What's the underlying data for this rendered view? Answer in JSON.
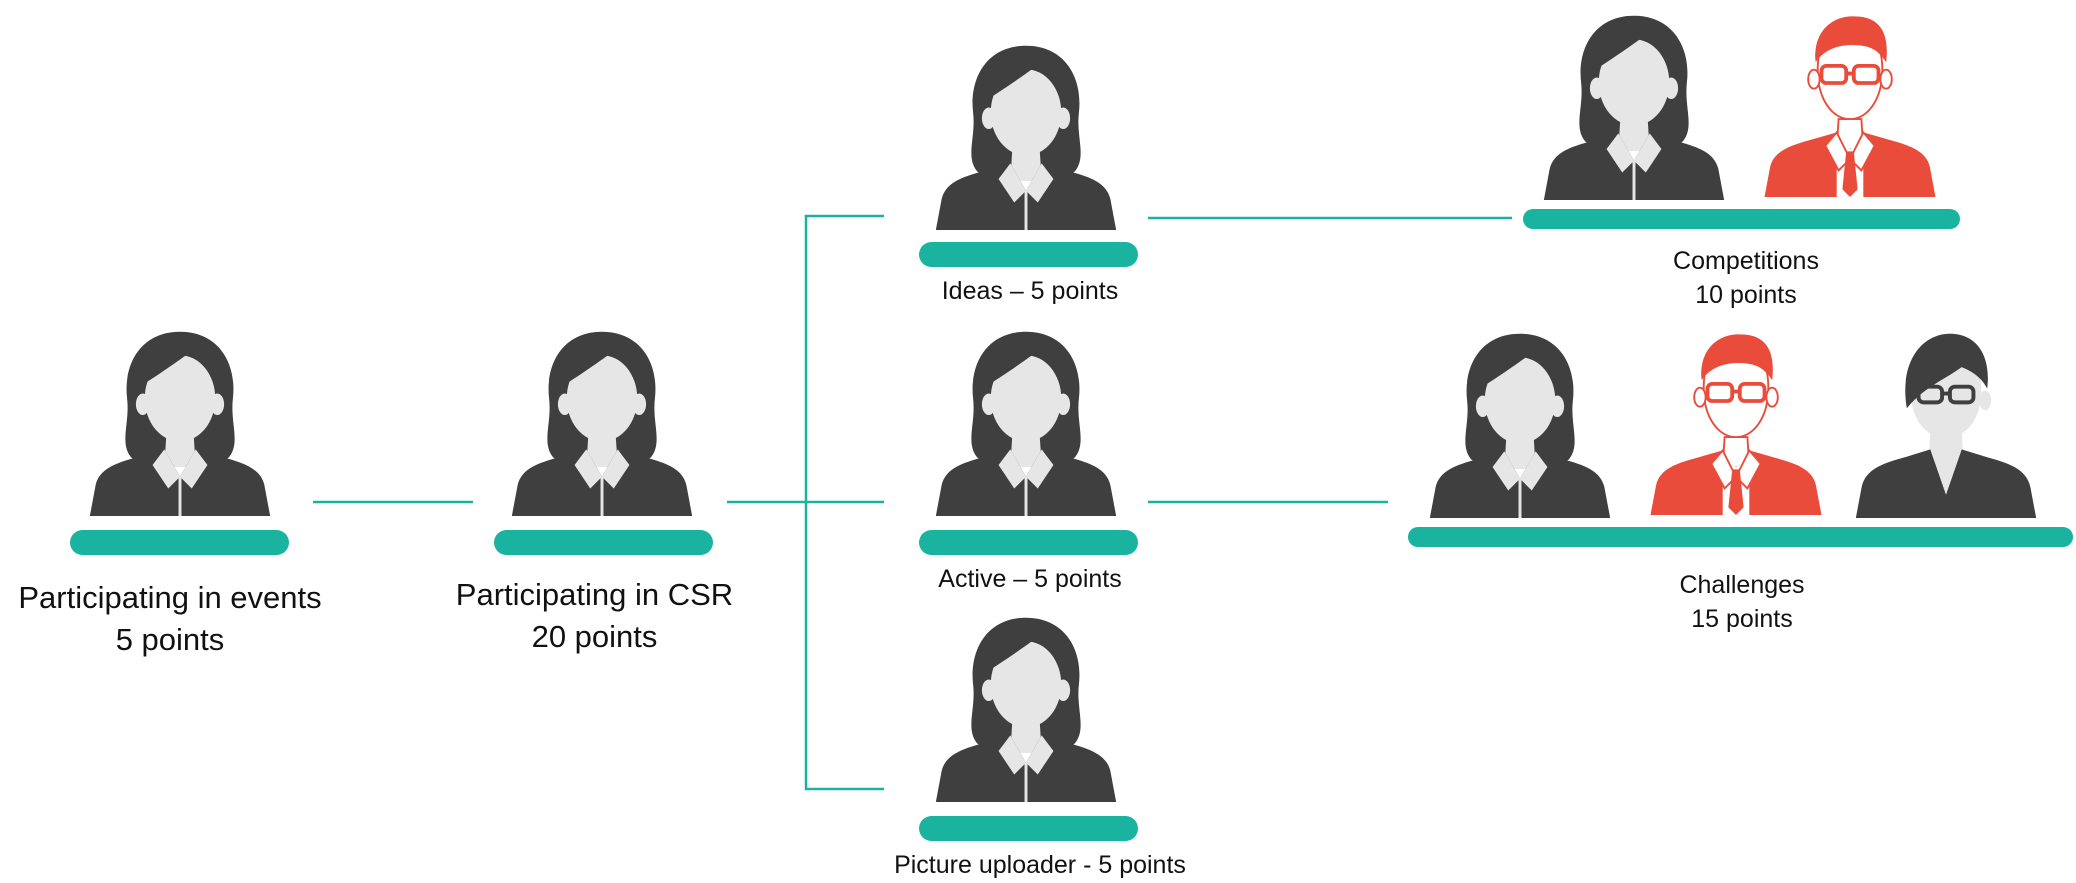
{
  "colors": {
    "teal": "#1AB39F",
    "dark": "#3F3F3F",
    "skin": "#E6E6E6",
    "red": "#EA4C3C",
    "background": "#FFFFFF"
  },
  "nodes": {
    "events": {
      "icons": [
        "woman-avatar-icon"
      ],
      "title": "Participating in events",
      "points": "5 points"
    },
    "csr": {
      "icons": [
        "woman-avatar-icon"
      ],
      "title": "Participating in CSR",
      "points": "20 points"
    },
    "ideas": {
      "icons": [
        "woman-avatar-icon"
      ],
      "label": "Ideas – 5 points"
    },
    "active": {
      "icons": [
        "woman-avatar-icon"
      ],
      "label": "Active – 5 points"
    },
    "picture": {
      "icons": [
        "woman-avatar-icon"
      ],
      "label": "Picture uploader - 5 points"
    },
    "competitions": {
      "icons": [
        "woman-avatar-icon",
        "man-glasses-avatar-icon"
      ],
      "title": "Competitions",
      "points": "10 points"
    },
    "challenges": {
      "icons": [
        "woman-avatar-icon",
        "man-glasses-avatar-icon",
        "woman-short-hair-avatar-icon"
      ],
      "title": "Challenges",
      "points": "15 points"
    }
  }
}
